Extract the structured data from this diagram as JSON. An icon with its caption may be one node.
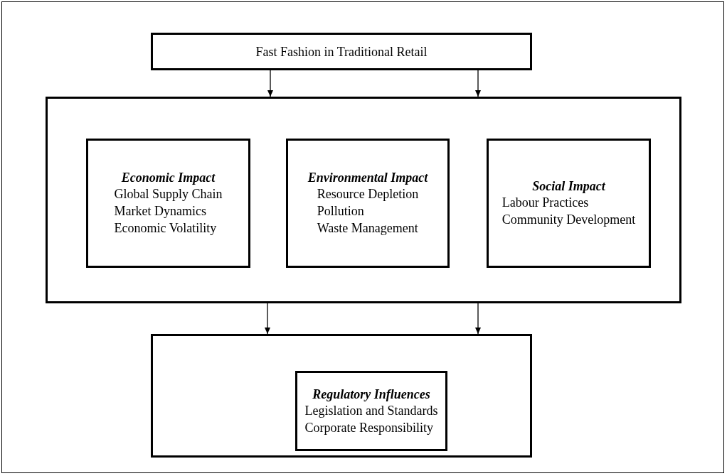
{
  "diagram": {
    "nodes": [
      {
        "text": [
          "Fast Fashion in Traditional Retail"
        ]
      },
      {
        "text": [],
        "shape": "box"
      },
      {
        "text": [
          "Economic Impact",
          "Global Supply Chain",
          "Market Dynamics",
          "Economic Volatility"
        ],
        "in": 1
      },
      {
        "text": [
          "Environmental Impact",
          "Resource Depletion",
          "Pollution",
          "Waste Management"
        ],
        "in": 1
      },
      {
        "text": [
          "Social Impact",
          "Labour Practices",
          "Community Development"
        ],
        "in": 1
      },
      {
        "text": [],
        "shape": "box"
      },
      {
        "text": [
          "Regulatory Influences",
          "Legislation and Standards",
          "Corporate Responsibility"
        ],
        "in": 5
      }
    ],
    "edges": [
      {
        "from": 0,
        "to": 1,
        "arrow": "to"
      },
      {
        "from": 0,
        "to": 1,
        "arrow": "to"
      },
      {
        "from": 1,
        "to": 5,
        "arrow": "to"
      },
      {
        "from": 1,
        "to": 5,
        "arrow": "to"
      }
    ]
  }
}
